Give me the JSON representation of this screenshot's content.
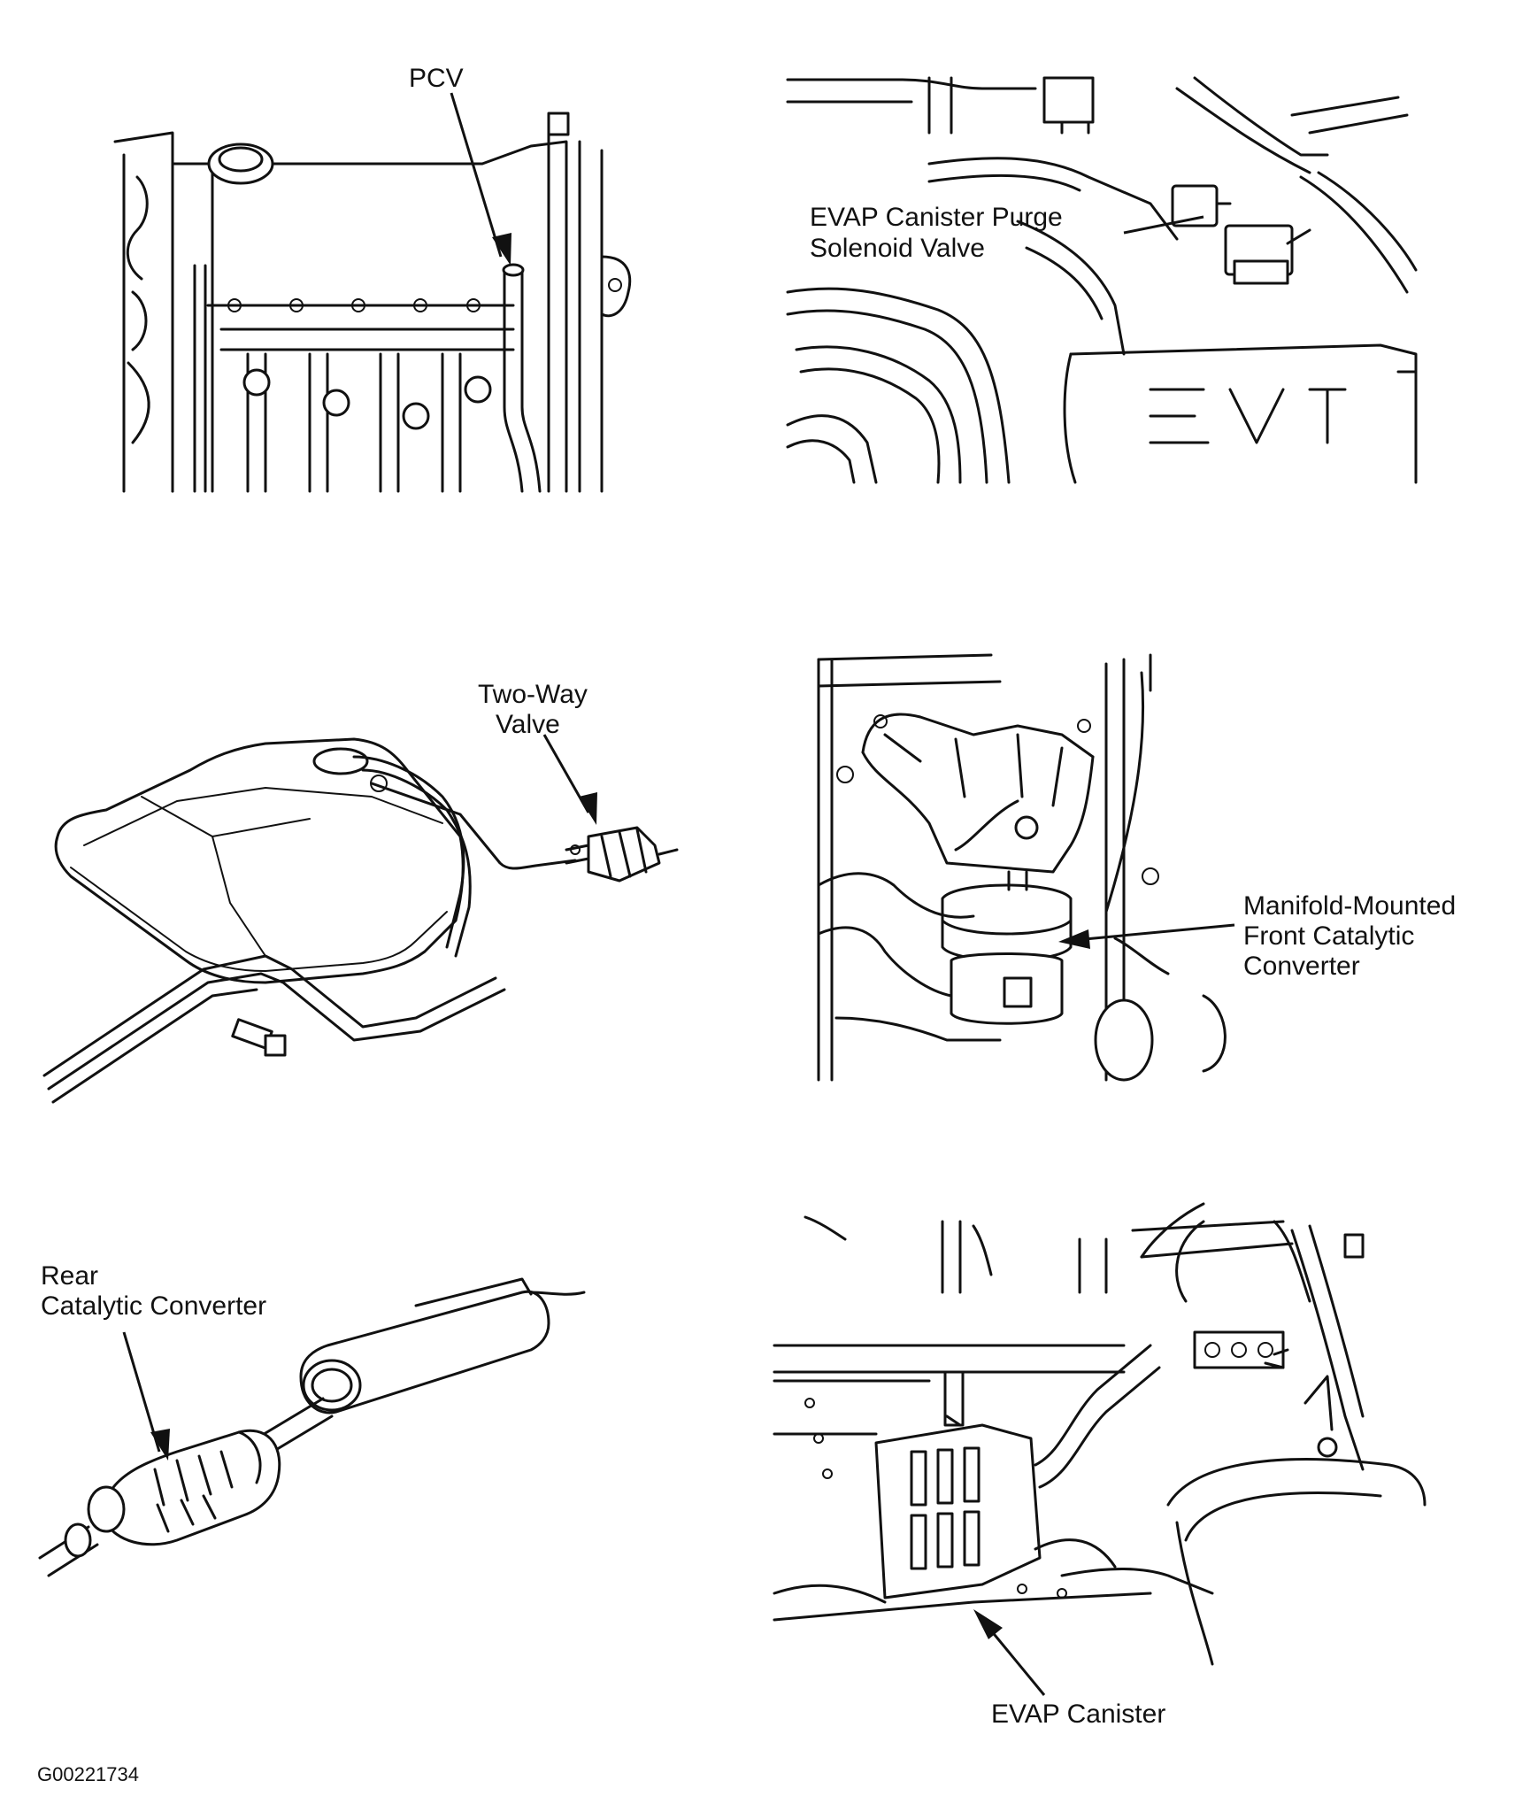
{
  "labels": {
    "pcv": "PCV",
    "evap_purge_line1": "EVAP Canister Purge",
    "evap_purge_line2": "Solenoid Valve",
    "two_way_line1": "Two-Way",
    "two_way_line2": "Valve",
    "manifold_line1": "Manifold-Mounted",
    "manifold_line2": "Front Catalytic",
    "manifold_line3": "Converter",
    "rear_line1": "Rear",
    "rear_line2": "Catalytic Converter",
    "evap_canister": "EVAP Canister"
  },
  "figure_code": "G00221734"
}
